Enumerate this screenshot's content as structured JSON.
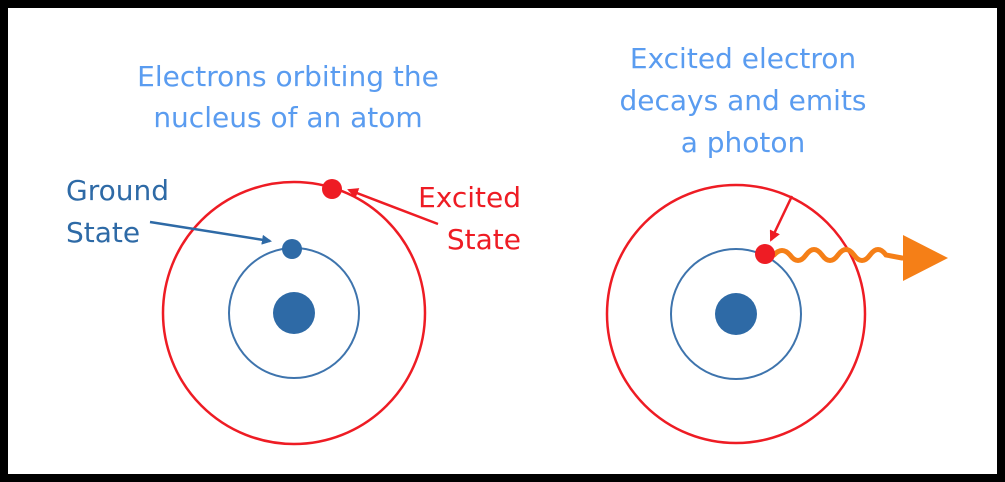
{
  "colors": {
    "blue_text": "#5a9cf0",
    "nucleus_blue": "#2e6aa6",
    "orbit_blue": "#3e74ad",
    "red": "#ee1c24",
    "photon_orange": "#f57f17",
    "frame": "#000000"
  },
  "left_atom": {
    "title_line1": "Electrons orbiting the",
    "title_line2": "nucleus of an atom",
    "ground_line1": "Ground",
    "ground_line2": "State",
    "excited_line1": "Excited",
    "excited_line2": "State"
  },
  "right_atom": {
    "title_line1": "Excited electron",
    "title_line2": "decays and emits",
    "title_line3": "a photon"
  }
}
